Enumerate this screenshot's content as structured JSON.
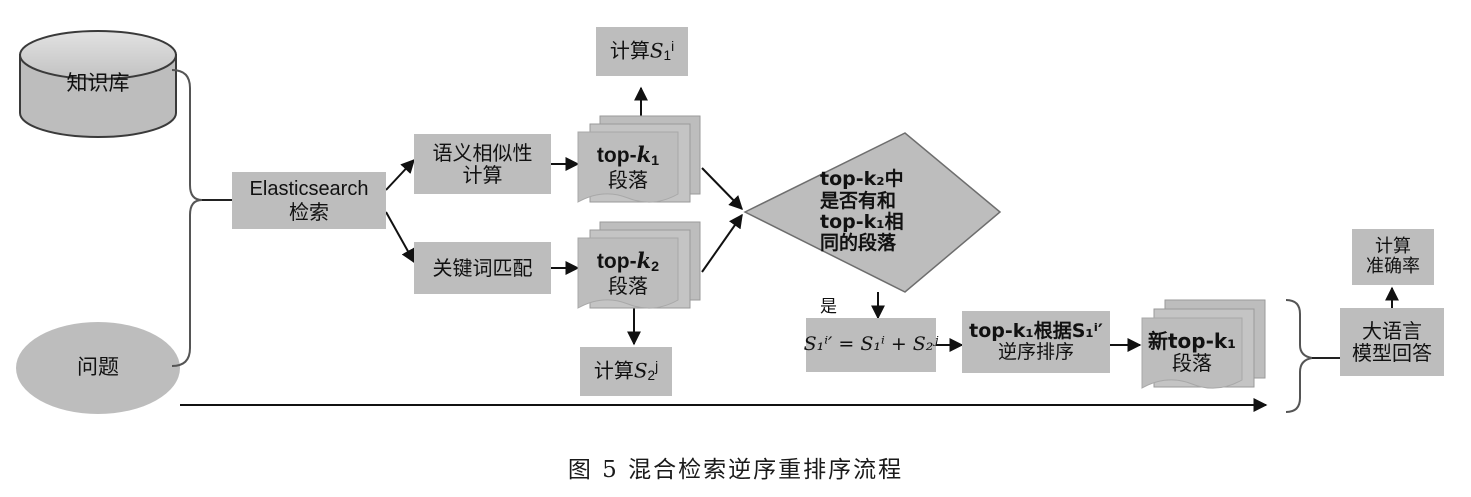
{
  "figure": {
    "caption": "图 5   混合检索逆序重排序流程",
    "colors": {
      "shape_fill": "#bdbdbd",
      "shape_fill_light": "#c9c9c9",
      "stroke": "#3a3a3a",
      "background": "#ffffff"
    }
  },
  "nodes": {
    "knowledge_base": {
      "label": "知识库",
      "shape": "cylinder"
    },
    "question": {
      "label": "问题",
      "shape": "ellipse"
    },
    "elasticsearch": {
      "line1": "Elasticsearch",
      "line2": "检索",
      "shape": "rect"
    },
    "semantic_similarity": {
      "line1": "语义相似性",
      "line2": "计算",
      "shape": "rect"
    },
    "keyword_match": {
      "line1": "关键词匹配",
      "shape": "rect"
    },
    "topk1_paragraphs": {
      "line1_pre": "top-",
      "line1_var": "k",
      "line1_sub": "1",
      "line2": "段落",
      "shape": "document-stack"
    },
    "topk2_paragraphs": {
      "line1_pre": "top-",
      "line1_var": "k",
      "line1_sub": "2",
      "line2": "段落",
      "shape": "document-stack"
    },
    "compute_s1i": {
      "pre": "计算",
      "var": "S",
      "sub": "1",
      "sup": "i",
      "shape": "rect"
    },
    "compute_s2j": {
      "pre": "计算",
      "var": "S",
      "sub": "2",
      "sup": "j",
      "shape": "rect"
    },
    "decision": {
      "line1": "top-k₂中",
      "line2": "是否有和",
      "line3": "top-k₁相",
      "line4": "同的段落",
      "shape": "diamond"
    },
    "score_formula": {
      "text": "S₁ⁱ′ = S₁ⁱ + S₂ʲ",
      "shape": "rect"
    },
    "reorder": {
      "line1": "top-k₁根据S₁ⁱ′",
      "line2": "逆序排序",
      "shape": "rect"
    },
    "new_topk1": {
      "line1": "新top-k₁",
      "line2": "段落",
      "shape": "document-stack"
    },
    "llm_answer": {
      "line1": "大语言",
      "line2": "模型回答",
      "shape": "rect"
    },
    "compute_accuracy": {
      "line1": "计算",
      "line2": "准确率",
      "shape": "rect"
    }
  },
  "edge_labels": {
    "decision_yes": "是"
  }
}
